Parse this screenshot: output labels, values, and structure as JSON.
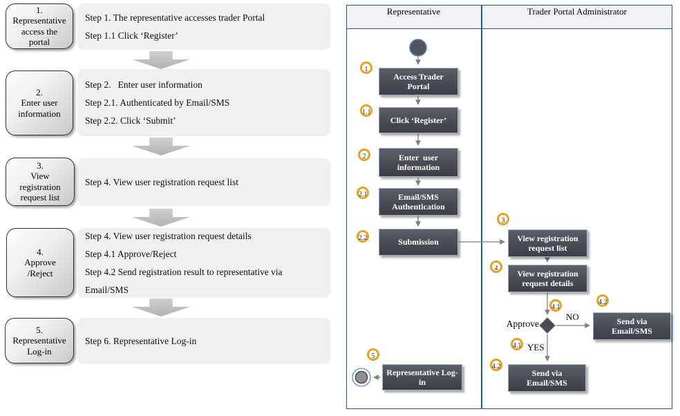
{
  "left_panel": {
    "steps": [
      {
        "num": "1.",
        "title": "Representative access the portal",
        "desc": [
          "Step 1. The representative accesses trader Portal",
          "Step 1.1 Click ‘Register’"
        ]
      },
      {
        "num": "2.",
        "title": "Enter user information",
        "desc": [
          "Step 2.   Enter user information",
          "Step 2.1. Authenticated by Email/SMS",
          "Step 2.2. Click ‘Submit’"
        ]
      },
      {
        "num": "3.",
        "title": "View registration request list",
        "desc": [
          "Step 4. View user registration request list"
        ]
      },
      {
        "num": "4.",
        "title": "Approve /Reject",
        "desc": [
          "Step 4. View user registration request details",
          "Step 4.1 Approve/Reject",
          "Step 4.2 Send registration result to representative via",
          "Email/SMS"
        ]
      },
      {
        "num": "5.",
        "title": "Representative Log-in",
        "desc": [
          "Step 6. Representative Log-in"
        ]
      }
    ]
  },
  "diagram": {
    "lanes": {
      "left": "Representative",
      "right": "Trader Portal Administrator"
    },
    "nodes": {
      "access": {
        "label": "Access Trader Portal",
        "badge": "1"
      },
      "register": {
        "label": "Click ‘Register’",
        "badge": "1.1"
      },
      "enter": {
        "label": "Enter  user information",
        "badge": "2"
      },
      "auth": {
        "label": "Email/SMS Authentication",
        "badge": "2.1"
      },
      "submission": {
        "label": "Submission",
        "badge": "2.2"
      },
      "view_list": {
        "label": "View registration request list",
        "badge": "3"
      },
      "view_details": {
        "label": "View registration request details",
        "badge": "4"
      },
      "send_no": {
        "label": "Send via Email/SMS",
        "badge": "4.2"
      },
      "send_yes": {
        "label": "Send via Email/SMS",
        "badge": "4.2"
      },
      "rep_login": {
        "label": "Representative Log-in",
        "badge": "5"
      }
    },
    "decision": {
      "label": "Approve",
      "no": "NO",
      "yes": "YES",
      "badge_no": "4.1",
      "badge_yes": "4.1"
    },
    "colors": {
      "node_fill": "#4a4b53",
      "node_border": "#a3b4cf",
      "badge_ring": "#e9a21f",
      "lane_border": "#1e5a96",
      "arrow": "#7f7f7f"
    }
  }
}
